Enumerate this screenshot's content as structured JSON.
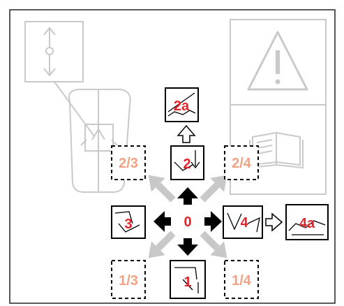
{
  "diagram": {
    "center_label": "0",
    "positions": {
      "p1": "1",
      "p2": "2",
      "p3": "3",
      "p4": "4",
      "p2a": "2a",
      "p4a": "4a",
      "p1_3": "1/3",
      "p2_3": "2/3",
      "p1_4": "1/4",
      "p2_4": "2/4"
    },
    "colors": {
      "label_primary": "#e2252b",
      "label_diagonal": "#f2a283",
      "arrow_direct": "#000000",
      "arrow_diagonal": "#c8c8c8",
      "background_art": "#c9c9c9"
    },
    "icons": {
      "warning": "warning-triangle-icon",
      "manual": "open-book-icon",
      "lever_diagram": "joystick-lever-icon"
    }
  }
}
